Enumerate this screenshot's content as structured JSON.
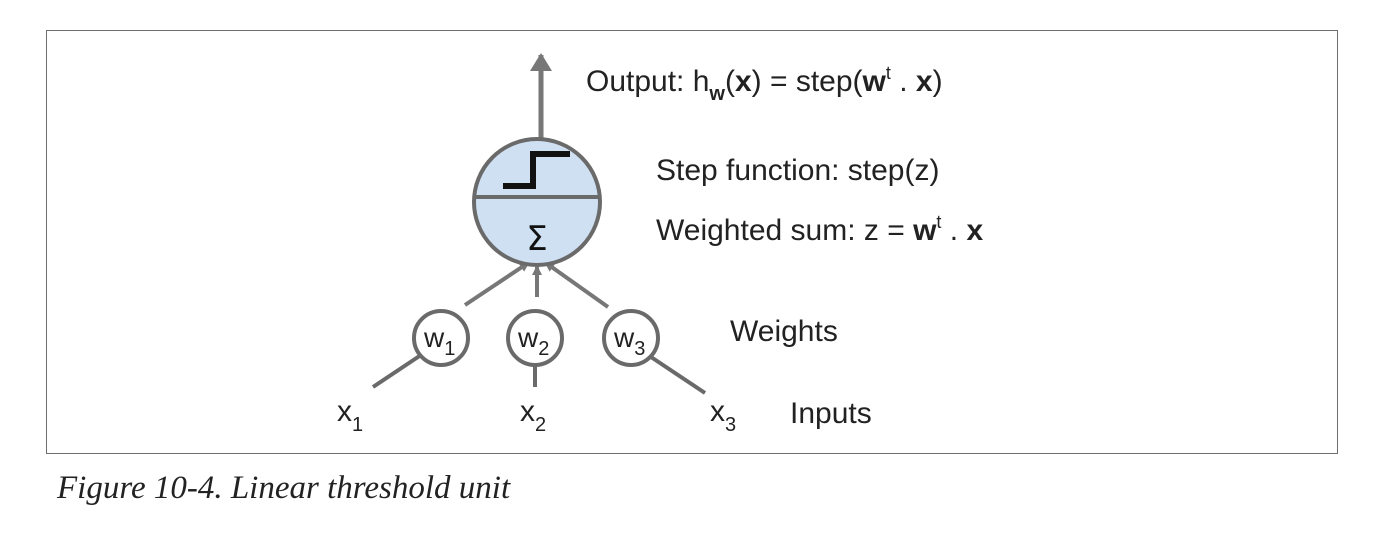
{
  "diagram": {
    "output": {
      "prefix": "Output:  h",
      "h_sub": "w",
      "middle": "(",
      "x1": "x",
      "equals_step": ") = step(",
      "w": "w",
      "t": "t",
      "dot": " . ",
      "x2": "x",
      "close": ")"
    },
    "step_label": "Step function: step(z)",
    "sum": {
      "prefix": "Weighted sum: z = ",
      "w": "w",
      "t": "t",
      "dot": " . ",
      "x": "x"
    },
    "sigma_symbol": "Σ",
    "weights_label": "Weights",
    "inputs_label": "Inputs",
    "weights": [
      {
        "base": "w",
        "sub": "1"
      },
      {
        "base": "w",
        "sub": "2"
      },
      {
        "base": "w",
        "sub": "3"
      }
    ],
    "inputs": [
      {
        "base": "x",
        "sub": "1"
      },
      {
        "base": "x",
        "sub": "2"
      },
      {
        "base": "x",
        "sub": "3"
      }
    ],
    "colors": {
      "neuron_fill": "#cfe0f3",
      "stroke": "#6a6a6a",
      "arrow": "#777777",
      "frame_border": "#6e6e6e"
    }
  },
  "caption": "Figure 10-4. Linear threshold unit"
}
